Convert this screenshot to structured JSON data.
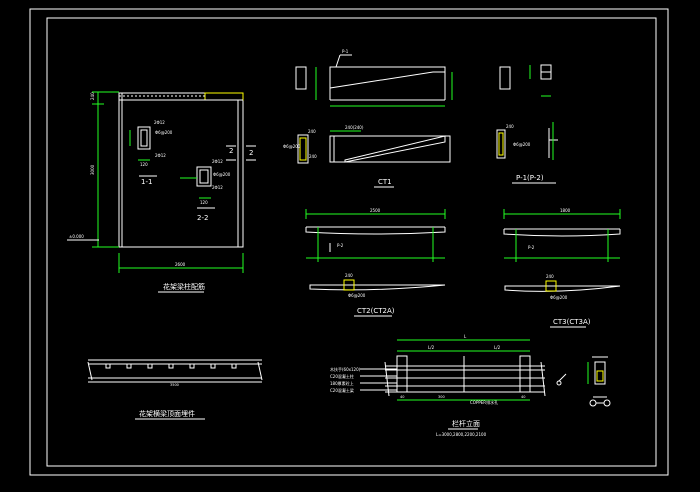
{
  "colors": {
    "background": "#000000",
    "frame": "#ffffff",
    "drawing": "#ffffff",
    "dimension": "#22ff22",
    "accent": "#ffff00",
    "text": "#ffffff",
    "section_mark": "#ff2222"
  },
  "titles": {
    "pergola_column": "花架梁柱配筋",
    "ct1": "CT1",
    "p1": "P-1(P-2)",
    "ct2": "CT2(CT2A)",
    "ct3": "CT3(CT3A)",
    "beam_plan": "花架横梁顶面埋件",
    "railing": "栏杆立面",
    "railing_sub": "L=3000,2800,2200,2100"
  },
  "section_labels": {
    "s11": "1-1",
    "s22": "2-2",
    "cut_2a": "2",
    "cut_2b": "2"
  },
  "dims": {
    "d_left_top": "240",
    "d_total_h": "3000",
    "d_elev": "±0.000",
    "d_bottom": "2600",
    "sec11_a": "2Φ12",
    "sec11_b": "Φ6@200",
    "sec11_c": "2Φ12",
    "sec11_d": "120",
    "sec22_a": "2Φ12",
    "sec22_b": "Φ6@200",
    "sec22_c": "2Φ12",
    "sec22_d": "120",
    "ct1_p": "P-1",
    "ct1_a": "240",
    "ct1_b": "240(240)",
    "ct1_c": "Φ6@200",
    "ct1_d": "240",
    "ct2_dim": "2500",
    "ct2_p": "P-2",
    "ct2_a": "240",
    "ct2_b": "Φ6@200",
    "ct3_dim": "1800",
    "ct3_p": "P-2",
    "ct3_a": "240",
    "ct3_b": "Φ6@200",
    "p1_a": "240",
    "p1_b": "Φ6@200",
    "beam_dim": "3500",
    "rail_L": "L",
    "rail_L2a": "L/2",
    "rail_L2b": "L/2",
    "rail_note1": "木扶手(60x120)",
    "rail_note2": "C20混凝土柱",
    "rail_note3": "180厚素砼上",
    "rail_note4": "C20混凝土梁",
    "rail_note5": "COPPER排水孔",
    "rail_d1": "40",
    "rail_d2": "300",
    "rail_d3": "40"
  }
}
